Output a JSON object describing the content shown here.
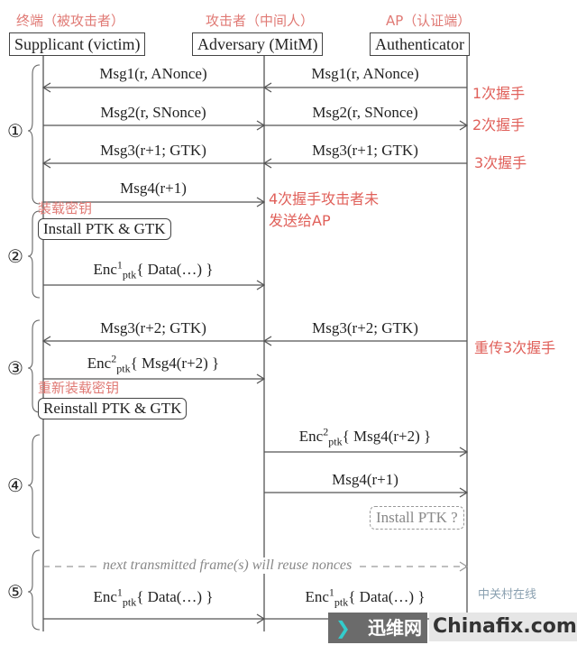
{
  "participants": [
    {
      "label": "Supplicant (victim)",
      "annotation": "终端（被攻击者）"
    },
    {
      "label": "Adversary (MitM)",
      "annotation": "攻击者（中间人）"
    },
    {
      "label": "Authenticator",
      "annotation": "AP（认证端）"
    }
  ],
  "phases": [
    "①",
    "②",
    "③",
    "④",
    "⑤"
  ],
  "messages": {
    "m1_left": "Msg1(r, ANonce)",
    "m1_right": "Msg1(r, ANonce)",
    "m2_left": "Msg2(r, SNonce)",
    "m2_right": "Msg2(r, SNonce)",
    "m3_left": "Msg3(r+1; GTK)",
    "m3_right": "Msg3(r+1; GTK)",
    "m4_left": "Msg4(r+1)",
    "m3b_left": "Msg3(r+2; GTK)",
    "m3b_right": "Msg3(r+2; GTK)",
    "m4b_right": "Msg4(r+1)"
  },
  "enc": {
    "base": "Enc",
    "sub": "ptk",
    "data1_sup": "1",
    "data1_body": "{ Data(…) }",
    "msg4_sup": "2",
    "msg4_body": "{ Msg4(r+2) }",
    "msg4r_sup": "2",
    "msg4r_body": "{ Msg4(r+2) }",
    "data5l_sup": "1",
    "data5l_body": "{ Data(…) }",
    "data5r_sup": "1",
    "data5r_body": "{ Data(…) }"
  },
  "boxes": {
    "install": "Install PTK & GTK",
    "reinstall": "Reinstall PTK & GTK",
    "install_q": "Install PTK ?"
  },
  "annotations": {
    "h1": "1次握手",
    "h2": "2次握手",
    "h3": "3次握手",
    "h4_line1": "4次握手攻击者未",
    "h4_line2": "发送给AP",
    "install": "装载密钥",
    "reinstall": "重新装载密钥",
    "resend": "重传3次握手"
  },
  "note": "next transmitted frame(s) will reuse nonces",
  "watermark": {
    "left": "迅维网",
    "right": "Chinafix.com",
    "faint": "中关村在线"
  },
  "colors": {
    "annotation": "#e0605a",
    "line": "#555555",
    "dashed": "#999999"
  }
}
